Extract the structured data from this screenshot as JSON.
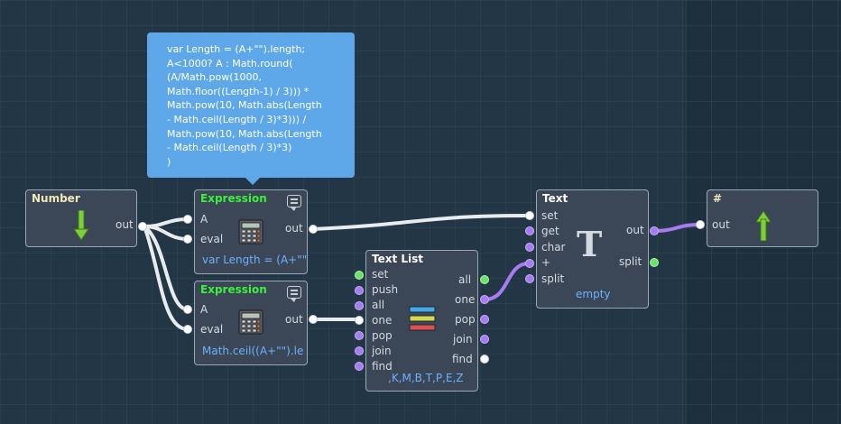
{
  "tooltip": {
    "text": "var Length = (A+\"\").length;\nA<1000? A : Math.round(\n(A/Math.pow(1000,\nMath.floor((Length-1) / 3))) *\nMath.pow(10, Math.abs(Length\n- Math.ceil(Length / 3)*3))) /\nMath.pow(10, Math.abs(Length\n- Math.ceil(Length / 3)*3)\n)"
  },
  "nodes": {
    "number": {
      "title": "Number",
      "out": "out"
    },
    "expr1": {
      "title": "Expression",
      "in_a": "A",
      "in_eval": "eval",
      "out": "out",
      "value": "var Length = (A+\"\")"
    },
    "expr2": {
      "title": "Expression",
      "in_a": "A",
      "in_eval": "eval",
      "out": "out",
      "value": "Math.ceil((A+\"\").le"
    },
    "textlist": {
      "title": "Text List",
      "inputs": [
        "set",
        "push",
        "all",
        "one",
        "pop",
        "join",
        "find"
      ],
      "outputs": [
        "all",
        "one",
        "pop",
        "join",
        "find"
      ],
      "value": ",K,M,B,T,P,E,Z"
    },
    "text": {
      "title": "Text",
      "inputs": [
        "set",
        "get",
        "char",
        "+",
        "split"
      ],
      "outputs": [
        "out",
        "split"
      ],
      "glyph": "T",
      "value": "empty"
    },
    "hash": {
      "title": "#",
      "in": "out"
    }
  },
  "colors": {
    "background": "#223645",
    "node_bg": "#3b4656",
    "title_yellow": "#f1e9b8",
    "title_green": "#3df03d",
    "value_blue": "#6ab2ff",
    "port_purple": "#a77cf0",
    "port_green": "#6be36b",
    "tooltip_bg": "#5ea8ea"
  },
  "icons": {
    "number": "green-down-arrow-icon",
    "expression": "calculator-icon",
    "textlist": "stacked-bars-icon",
    "text": "letter-t-icon",
    "hash": "green-up-arrow-icon",
    "comment": "comment-icon"
  }
}
